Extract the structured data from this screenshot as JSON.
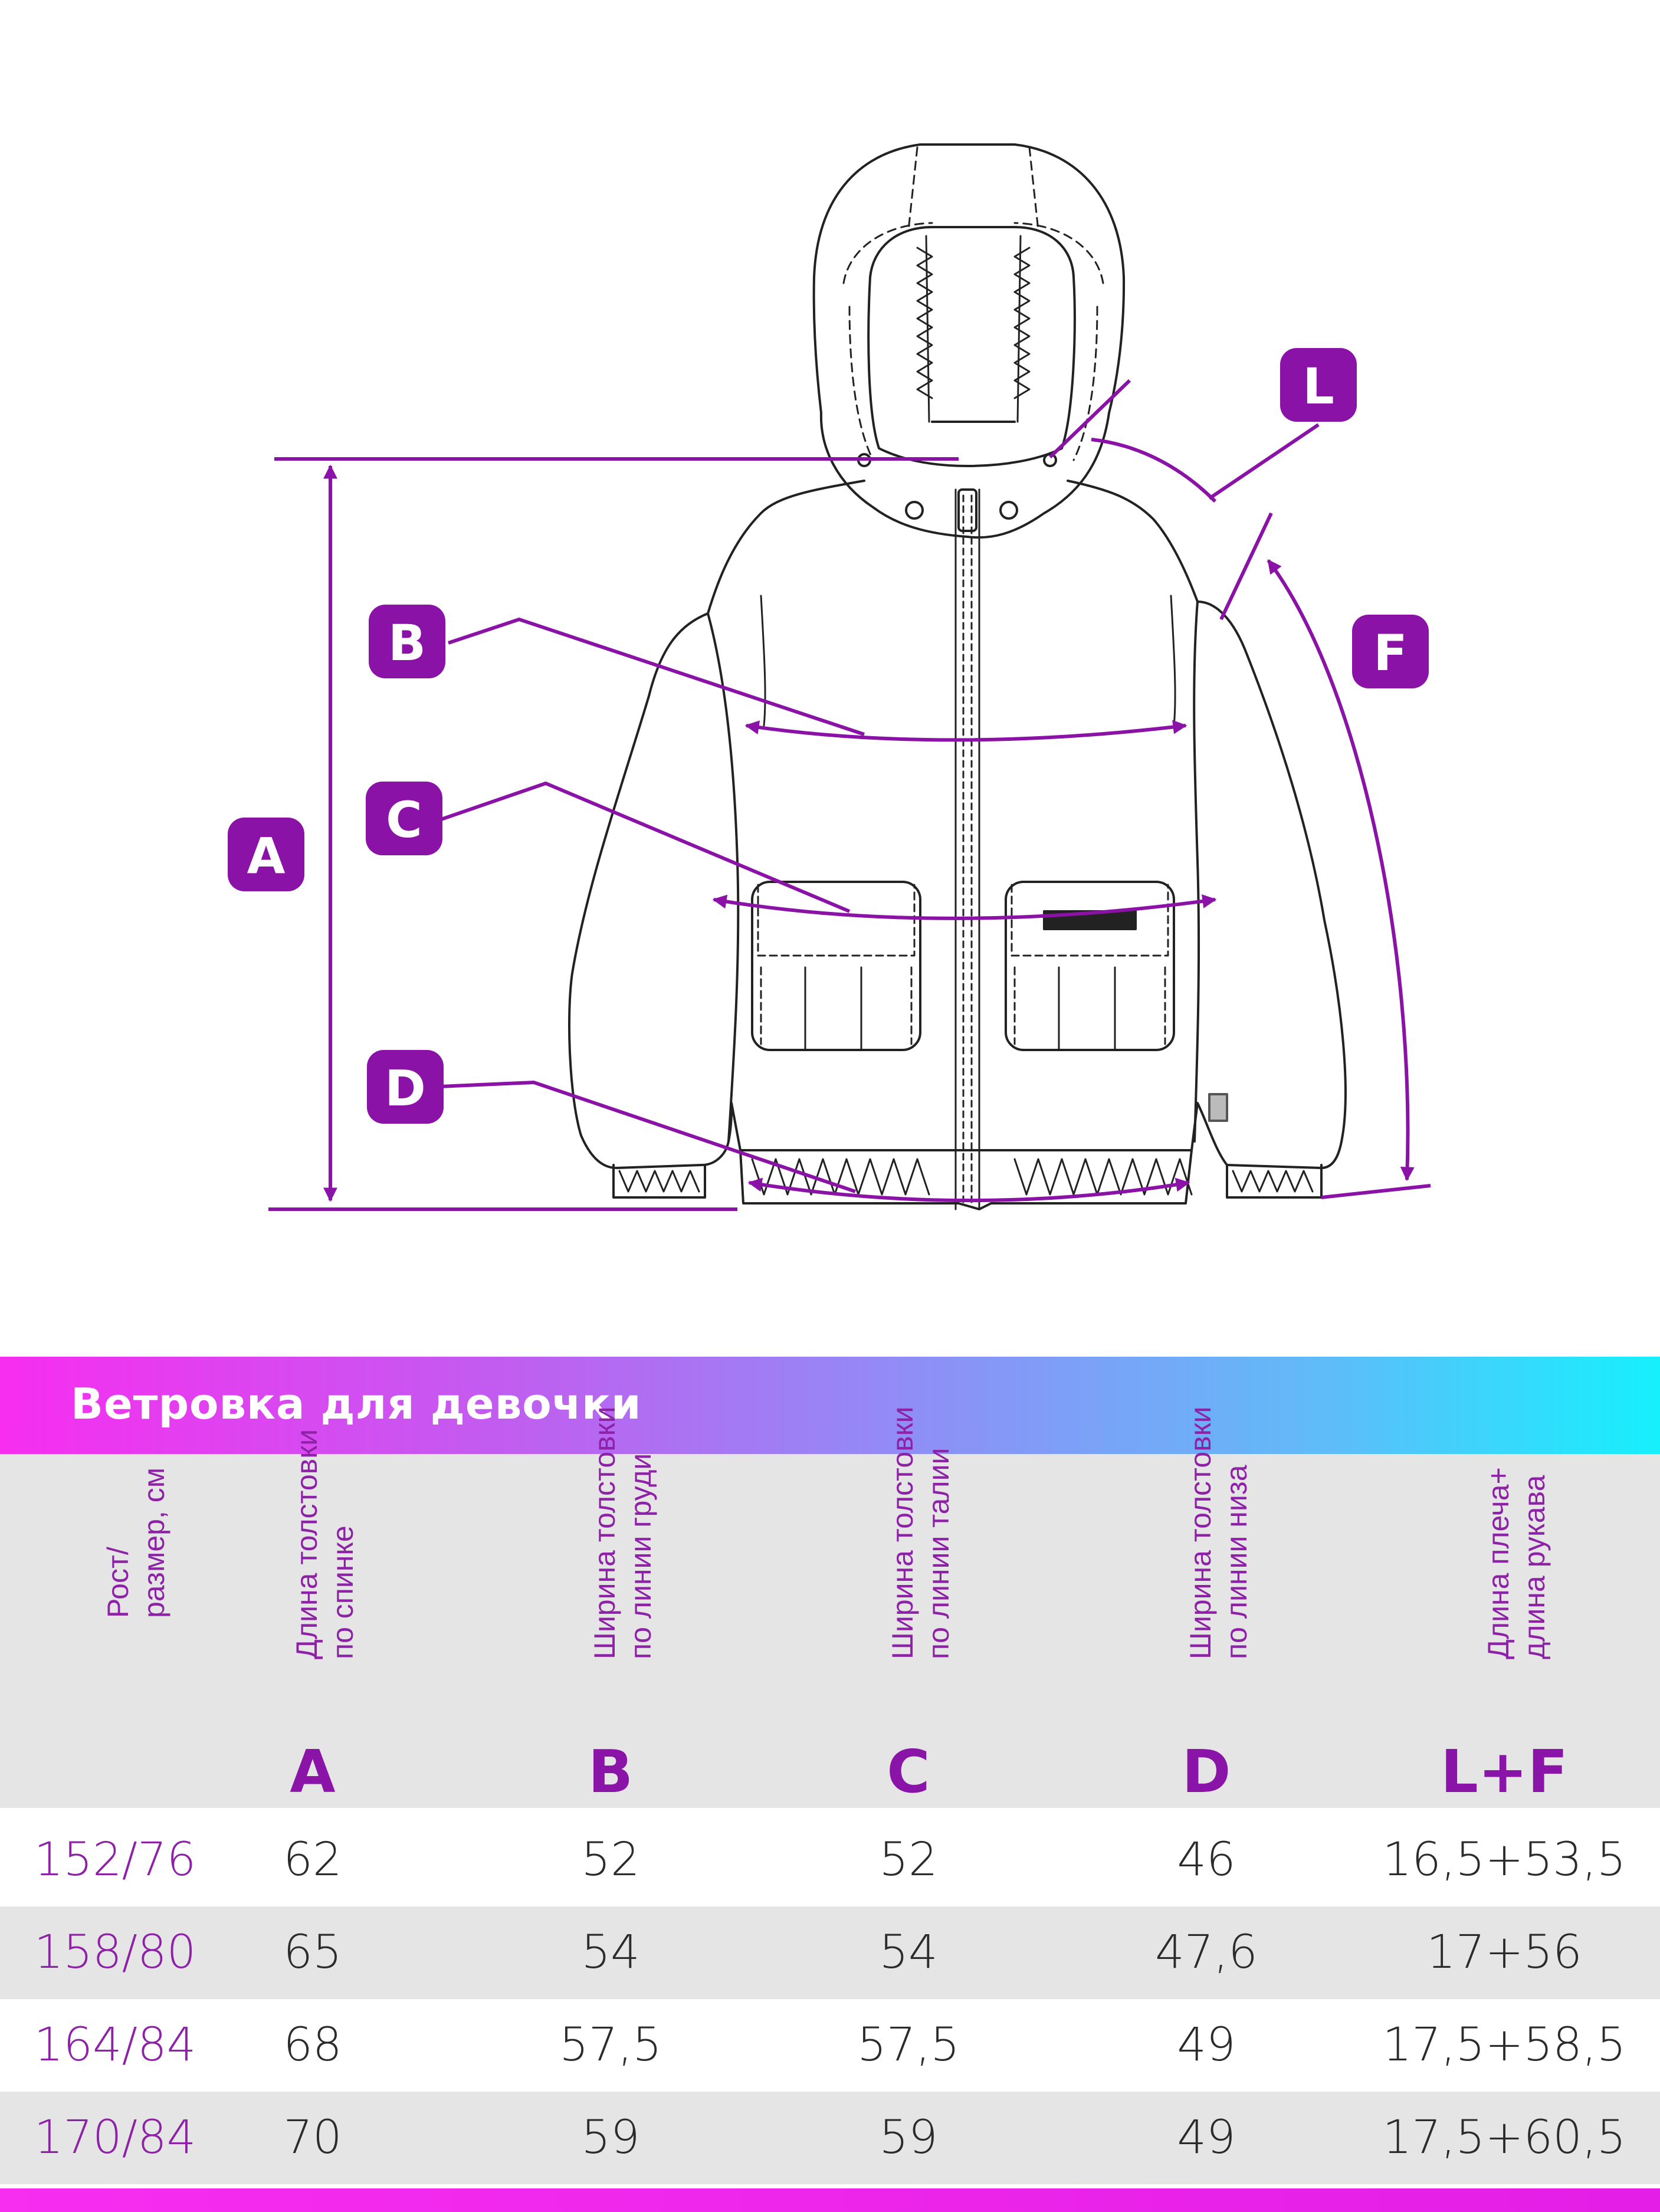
{
  "diagram": {
    "labels": {
      "A": "A",
      "B": "B",
      "C": "C",
      "D": "D",
      "F": "F",
      "L": "L"
    },
    "colors": {
      "accent": "#8b12a6",
      "line": "#222222"
    }
  },
  "table": {
    "title": "Ветровка для девочки",
    "headers": [
      {
        "lines": [
          "Рост/",
          "размер, см"
        ],
        "letter": ""
      },
      {
        "lines": [
          "Длина толстовки",
          "по спинке"
        ],
        "letter": "A"
      },
      {
        "lines": [
          "Ширина толстовки",
          "по линии груди"
        ],
        "letter": "B"
      },
      {
        "lines": [
          "Ширина толстовки",
          "по линии талии"
        ],
        "letter": "C"
      },
      {
        "lines": [
          "Ширина толстовки",
          "по линии низа"
        ],
        "letter": "D"
      },
      {
        "lines": [
          "Длина плеча+",
          "длина рукава"
        ],
        "letter": "L+F"
      }
    ],
    "rows": [
      [
        "152/76",
        "62",
        "52",
        "52",
        "46",
        "16,5+53,5"
      ],
      [
        "158/80",
        "65",
        "54",
        "54",
        "47,6",
        "17+56"
      ],
      [
        "164/84",
        "68",
        "57,5",
        "57,5",
        "49",
        "17,5+58,5"
      ],
      [
        "170/84",
        "70",
        "59",
        "59",
        "49",
        "17,5+60,5"
      ]
    ]
  }
}
